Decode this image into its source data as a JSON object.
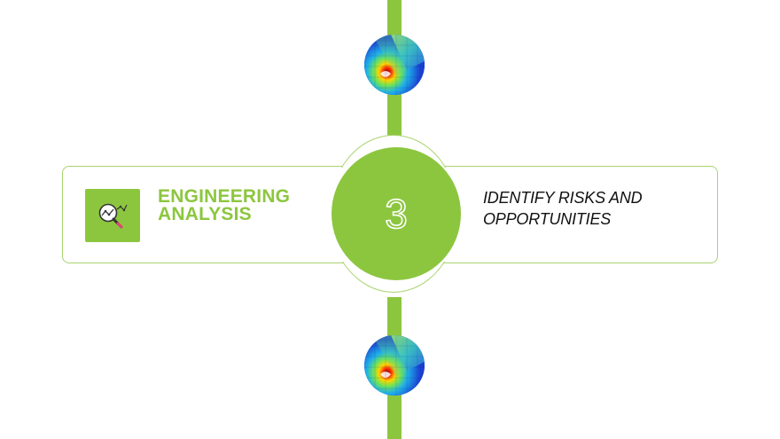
{
  "step": {
    "number": "3",
    "title_lines": [
      "ENGINEERING",
      "ANALYSIS"
    ],
    "description_lines": [
      "IDENTIFY RISKS AND",
      "OPPORTUNITIES"
    ]
  },
  "icon": "analysis-magnifier-icon",
  "images": [
    "simulation-thumbnail",
    "simulation-thumbnail"
  ],
  "colors": {
    "accent": "#8cc63f",
    "accent_light": "#a8d46f",
    "text": "#111111",
    "background": "#ffffff"
  }
}
